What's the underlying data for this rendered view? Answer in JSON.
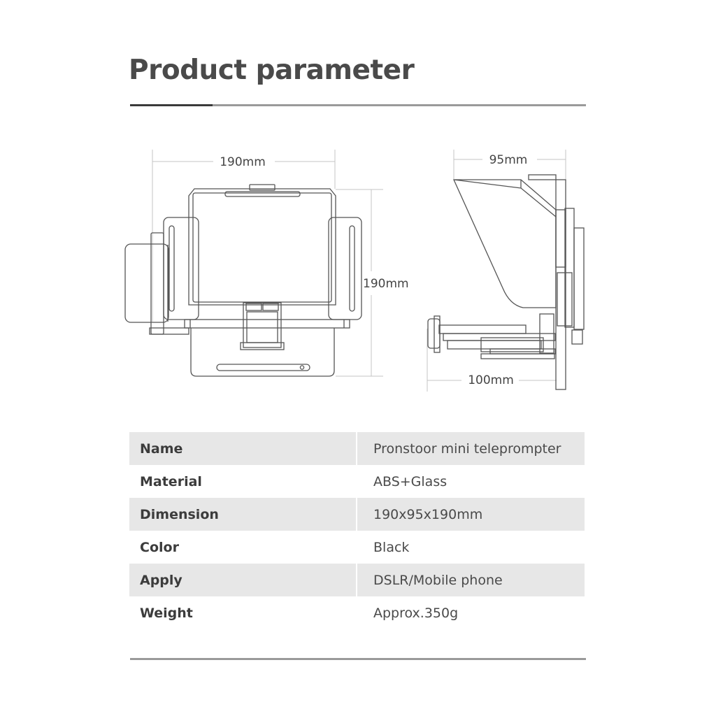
{
  "title": "Product parameter",
  "dimensions": {
    "front_width": "190mm",
    "front_height": "190mm",
    "side_depth": "95mm",
    "side_base": "100mm"
  },
  "specs": [
    {
      "key": "Name",
      "value": "Pronstoor mini teleprompter"
    },
    {
      "key": "Material",
      "value": "ABS+Glass"
    },
    {
      "key": "Dimension",
      "value": "190x95x190mm"
    },
    {
      "key": "Color",
      "value": "Black"
    },
    {
      "key": "Apply",
      "value": "DSLR/Mobile phone"
    },
    {
      "key": "Weight",
      "value": "Approx.350g"
    }
  ]
}
